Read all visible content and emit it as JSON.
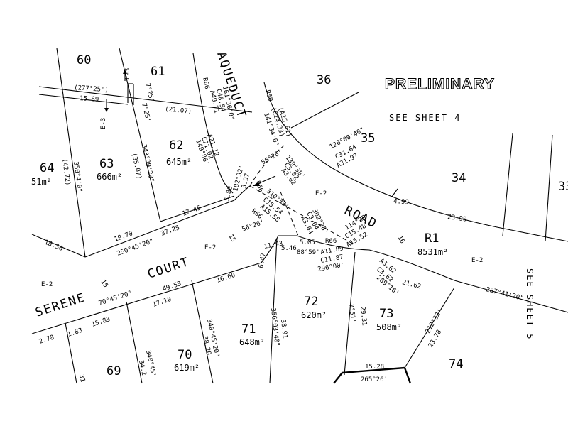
{
  "title": "PRELIMINARY",
  "see_sheet_top": "SEE SHEET 4",
  "see_sheet_right": "SEE SHEET 5",
  "streets": {
    "aqueduct": "AQUEDUCT",
    "road": "ROAD",
    "court": "COURT",
    "serene": "SERENE"
  },
  "lots": {
    "l60": "60",
    "l61": "61",
    "l36": "36",
    "l35": "35",
    "l34": "34",
    "l33": "33",
    "l64": "64",
    "l63": "63",
    "l62": "62",
    "r1": "R1",
    "l72": "72",
    "l73": "73",
    "l71": "71",
    "l70": "70",
    "l69": "69",
    "l74": "74"
  },
  "areas": {
    "a64": "51m²",
    "a63": "666m²",
    "a62": "645m²",
    "ar1": "8531m²",
    "a72": "620m²",
    "a73": "508m²",
    "a71": "648m²",
    "a70": "619m²"
  },
  "easements": {
    "e3a": "E-3",
    "e3b": "E-3",
    "e2a": "E-2",
    "e2b": "E-2",
    "e2c": "E-2",
    "e2d": "E-2"
  },
  "dims": {
    "d277": "(277°25')",
    "d1569": "15.69",
    "d7259a": "7°25'",
    "d7259b": "7°25'",
    "d2107": "(21.07)",
    "d4272": "(42.72)",
    "d350": "350°4'0\"",
    "d3507": "(35.07)",
    "d343": "343°39'20\"",
    "d1836": "18.36",
    "d1970": "19.70",
    "d250": "250°45'20\"",
    "d3725": "37.25",
    "d1745": "17.45",
    "d5626a": "56°26'",
    "d5626b": "56°26'",
    "d580": "5.80",
    "d397": "3.97",
    "d182": "182°32'",
    "d2112": "A21.12",
    "dc2102": "C21.02",
    "d14986": "149°86'",
    "dr66a": "R66",
    "d4971": "A49.71",
    "dc4854": "C48.54",
    "d161": "161°36'0\"",
    "dr66b": "R66",
    "dr50": "R50",
    "dc2433": "(C24.33)",
    "da2561": "(A25.61)",
    "d14134": "141°34'0\"",
    "d139": "139°38'",
    "dc302": "C3.02",
    "da302": "A3.02",
    "d126": "126°00'40\"",
    "dc3164": "C31.64",
    "da3197": "A31.97",
    "d310": "310°33'",
    "dc1554": "C15.54",
    "da1558": "A15.58",
    "dr66c": "R66",
    "d302": "302°28'",
    "dc304": "C3.04",
    "da304": "A3.04",
    "d114": "114°25'",
    "dc1548": "C15.48",
    "da1552": "A15.52",
    "d499": "4.99",
    "d2390": "23.90",
    "d16": "16",
    "d15a": "15",
    "d15b": "15",
    "d1193": "11.93",
    "d647": "6.47",
    "d546": "5.46",
    "d505": "5.05",
    "dr66d": "R66",
    "d8859": "88°59'",
    "da1189": "A11.89",
    "dc1187": "C11.87",
    "d296": "296°00'",
    "da362": "A3.62",
    "dc362": "C3.62",
    "d289": "289°16'",
    "d2162": "21.62",
    "d287": "287°41'20\"",
    "d1660": "16.60",
    "d70": "70°45'20\"",
    "d4953": "49.53",
    "d1710": "17.10",
    "d1583": "15.83",
    "d183": "1.83",
    "d278": "2.78",
    "d356": "356°03'40\"",
    "d3891": "38.91",
    "d751": "7°51'",
    "d2931": "29.31",
    "d212": "212°32'",
    "d2378": "23.78",
    "d340a": "340°45'20\"",
    "d3820": "38.20",
    "d340b": "340°45'",
    "d342": "34.2",
    "d1528": "15.28",
    "d265": "265°26'",
    "d31": "31"
  }
}
